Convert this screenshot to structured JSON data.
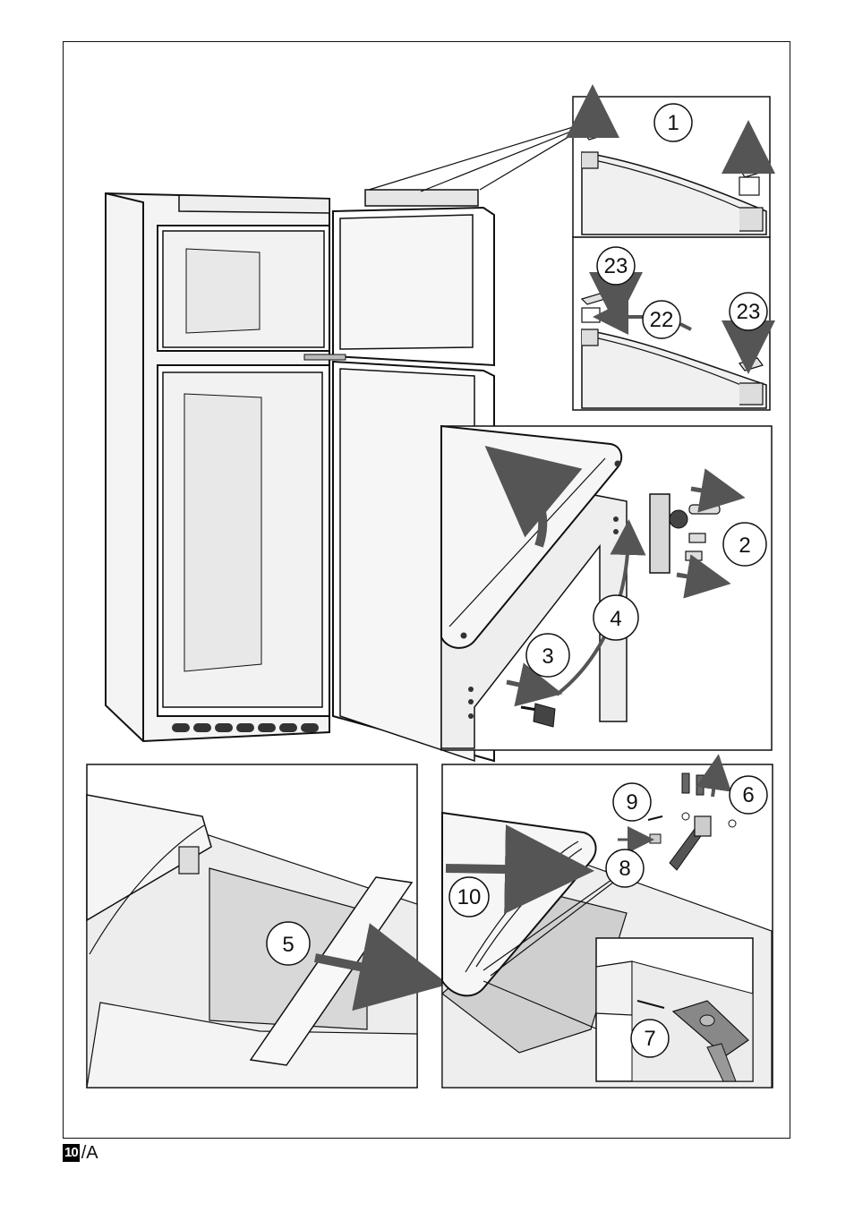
{
  "footer": {
    "page_number": "10",
    "section_suffix": "/A"
  },
  "callouts": {
    "c1": "1",
    "c2": "2",
    "c3": "3",
    "c4": "4",
    "c5": "5",
    "c6": "6",
    "c7": "7",
    "c8": "8",
    "c9": "9",
    "c10": "10",
    "c22": "22",
    "c23a": "23",
    "c23b": "23"
  },
  "colors": {
    "line": "#111111",
    "light_grey": "#ececec",
    "mid_grey": "#d2d2d2",
    "dark_grey": "#555555",
    "arrow": "#555555"
  }
}
